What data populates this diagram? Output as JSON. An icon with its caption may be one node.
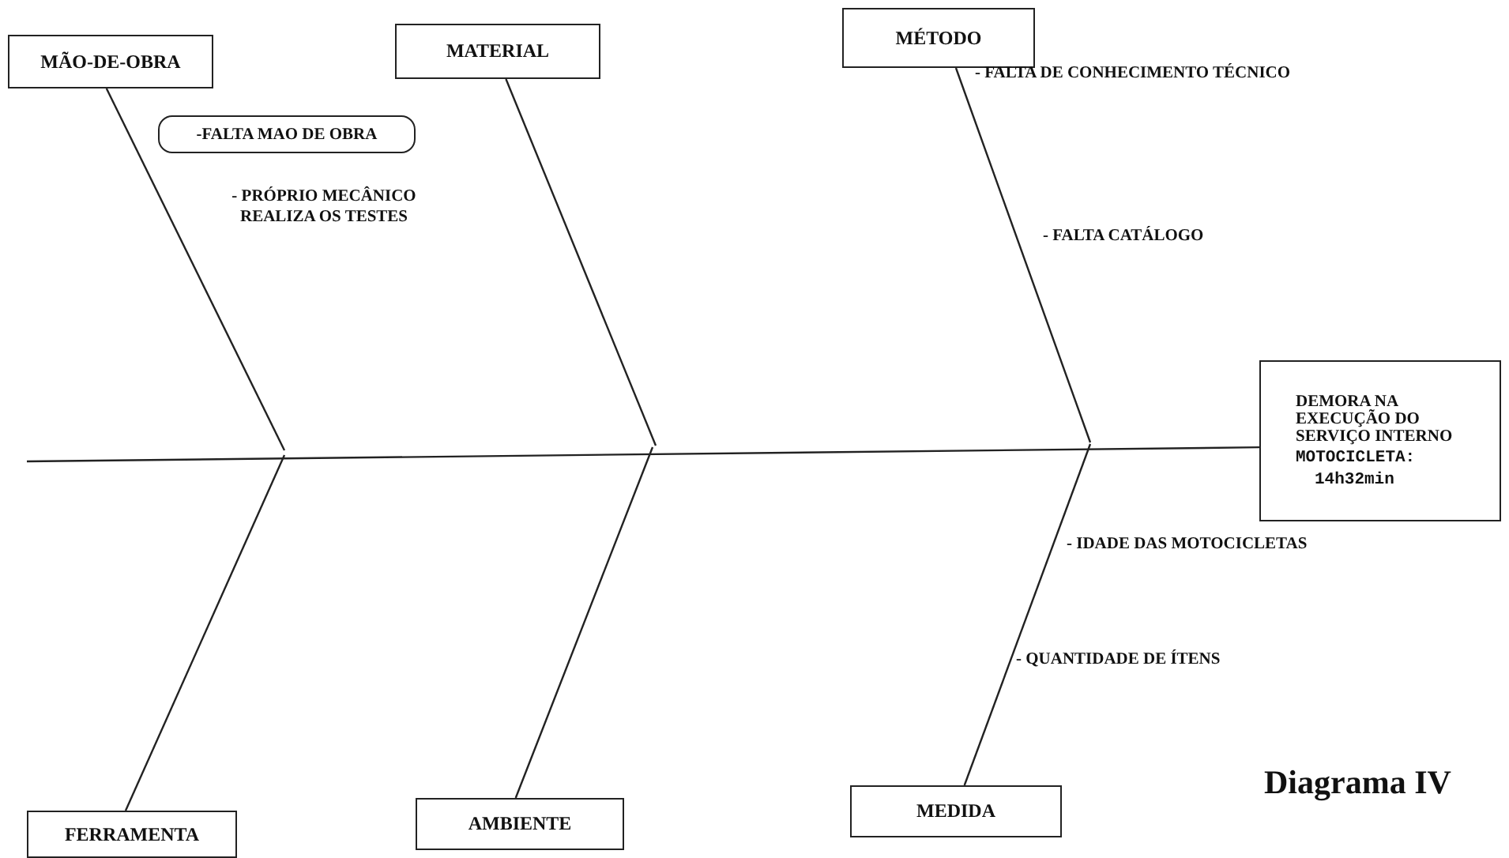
{
  "diagram": {
    "caption": "Diagrama IV",
    "nodes": [
      {
        "text": [
          "MÃO-DE-OBRA"
        ]
      },
      {
        "text": [
          "MATERIAL"
        ]
      },
      {
        "text": [
          "MÉTODO"
        ]
      },
      {
        "text": [
          "-FALTA MAO DE OBRA"
        ]
      },
      {
        "text": [
          "DEMORA NA EXECUÇÃO DO SERVIÇO INTERNO",
          "MOTOCICLETA:",
          "14h32min"
        ]
      },
      {
        "text": [
          "FERRAMENTA"
        ]
      },
      {
        "text": [
          "AMBIENTE"
        ]
      },
      {
        "text": [
          "MEDIDA"
        ]
      }
    ],
    "edges": [
      {
        "from": null,
        "to": 4,
        "arrow": "none"
      },
      {
        "from": 0,
        "to": null,
        "arrow": "none"
      },
      {
        "from": 1,
        "to": null,
        "arrow": "none"
      },
      {
        "from": 2,
        "to": null,
        "arrow": "none"
      },
      {
        "from": 5,
        "to": null,
        "arrow": "none"
      },
      {
        "from": 6,
        "to": null,
        "arrow": "none"
      },
      {
        "from": 7,
        "to": null,
        "arrow": "none"
      }
    ],
    "labels": [
      "- FALTA DE CONHECIMENTO TÉCNICO",
      "- PRÓPRIO MECÂNICO REALIZA OS TESTES",
      "- FALTA CATÁLOGO",
      "- IDADE DAS MOTOCICLETAS",
      "- QUANTIDADE DE ÍTENS"
    ]
  }
}
